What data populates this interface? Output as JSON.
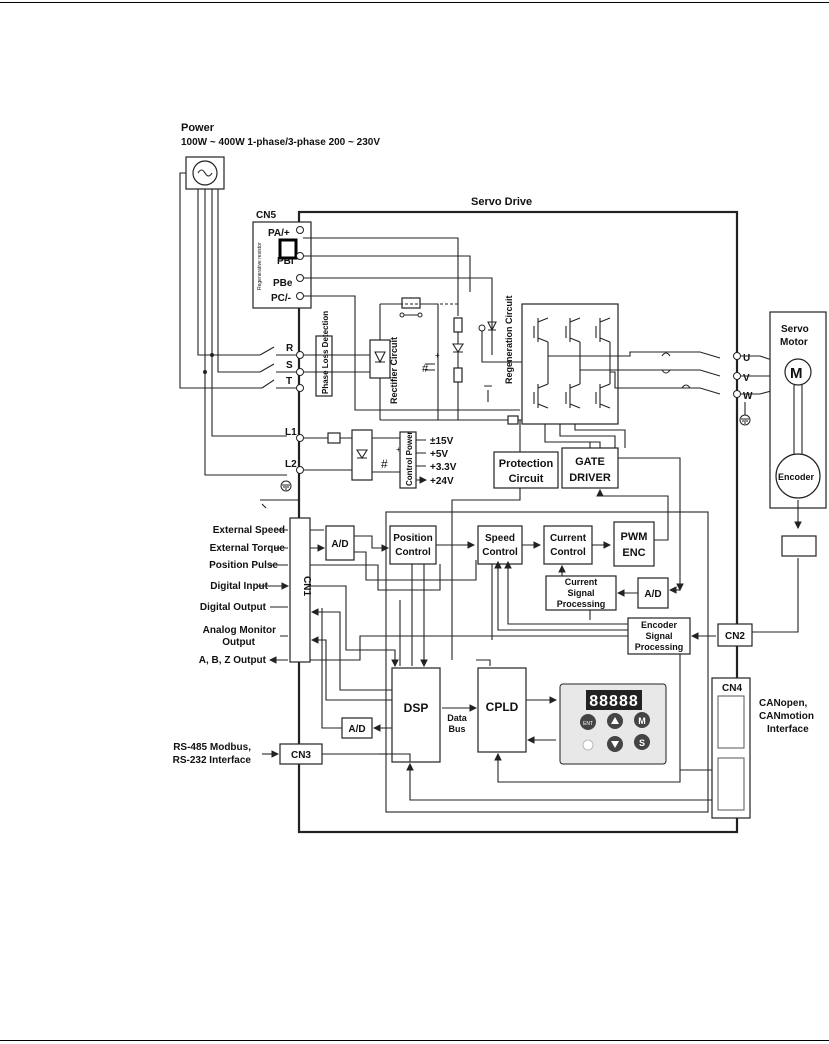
{
  "power": {
    "title": "Power",
    "spec": "100W ~ 400W   1-phase/3-phase  200 ~ 230V"
  },
  "drive": {
    "title": "Servo Drive"
  },
  "cn5": {
    "label": "CN5",
    "terminals": [
      "PA/+",
      "PBi",
      "PBe",
      "PC/-"
    ],
    "resistor_label": "Regenerative resistor"
  },
  "mains": {
    "terminals": [
      "R",
      "S",
      "T"
    ]
  },
  "control_supply": {
    "terminals": [
      "L1",
      "L2"
    ]
  },
  "blocks": {
    "phase_loss": "Phase Loss Detection",
    "rectifier": "Rectifier Circuit",
    "regeneration": "Regeneration Circuit",
    "control_power": "Control Power",
    "protection": [
      "Protection",
      "Circuit"
    ],
    "gate_driver": [
      "GATE",
      "DRIVER"
    ],
    "ad": "A/D",
    "position_control": [
      "Position",
      "Control"
    ],
    "speed_control": [
      "Speed",
      "Control"
    ],
    "current_control": [
      "Current",
      "Control"
    ],
    "pwm_enc": [
      "PWM",
      "ENC"
    ],
    "current_signal": [
      "Current",
      "Signal",
      "Processing"
    ],
    "encoder_signal": [
      "Encoder",
      "Signal",
      "Processing"
    ],
    "dsp": "DSP",
    "cpld": "CPLD",
    "data_bus": [
      "Data",
      "Bus"
    ]
  },
  "voltages": [
    "±15V",
    "+5V",
    "+3.3V",
    "+24V"
  ],
  "motor": {
    "title": [
      "Servo",
      "Motor"
    ],
    "symbol": "M",
    "encoder": "Encoder",
    "outputs": [
      "U",
      "V",
      "W"
    ]
  },
  "cn1": {
    "label": "CN1",
    "signals": [
      "External Speed",
      "External Torque",
      "Position Pulse",
      "Digital Input",
      "Digital Output",
      "Analog Monitor",
      "Output",
      "A, B, Z Output"
    ]
  },
  "cn2": {
    "label": "CN2"
  },
  "cn3": {
    "label": "CN3",
    "interface": [
      "RS-485 Modbus,",
      "RS-232 Interface"
    ]
  },
  "cn4": {
    "label": "CN4",
    "interface": [
      "CANopen,",
      "CANmotion",
      "Interface"
    ]
  },
  "keypad": {
    "display": "88888",
    "keys": [
      "ENT",
      "M",
      "S"
    ]
  }
}
